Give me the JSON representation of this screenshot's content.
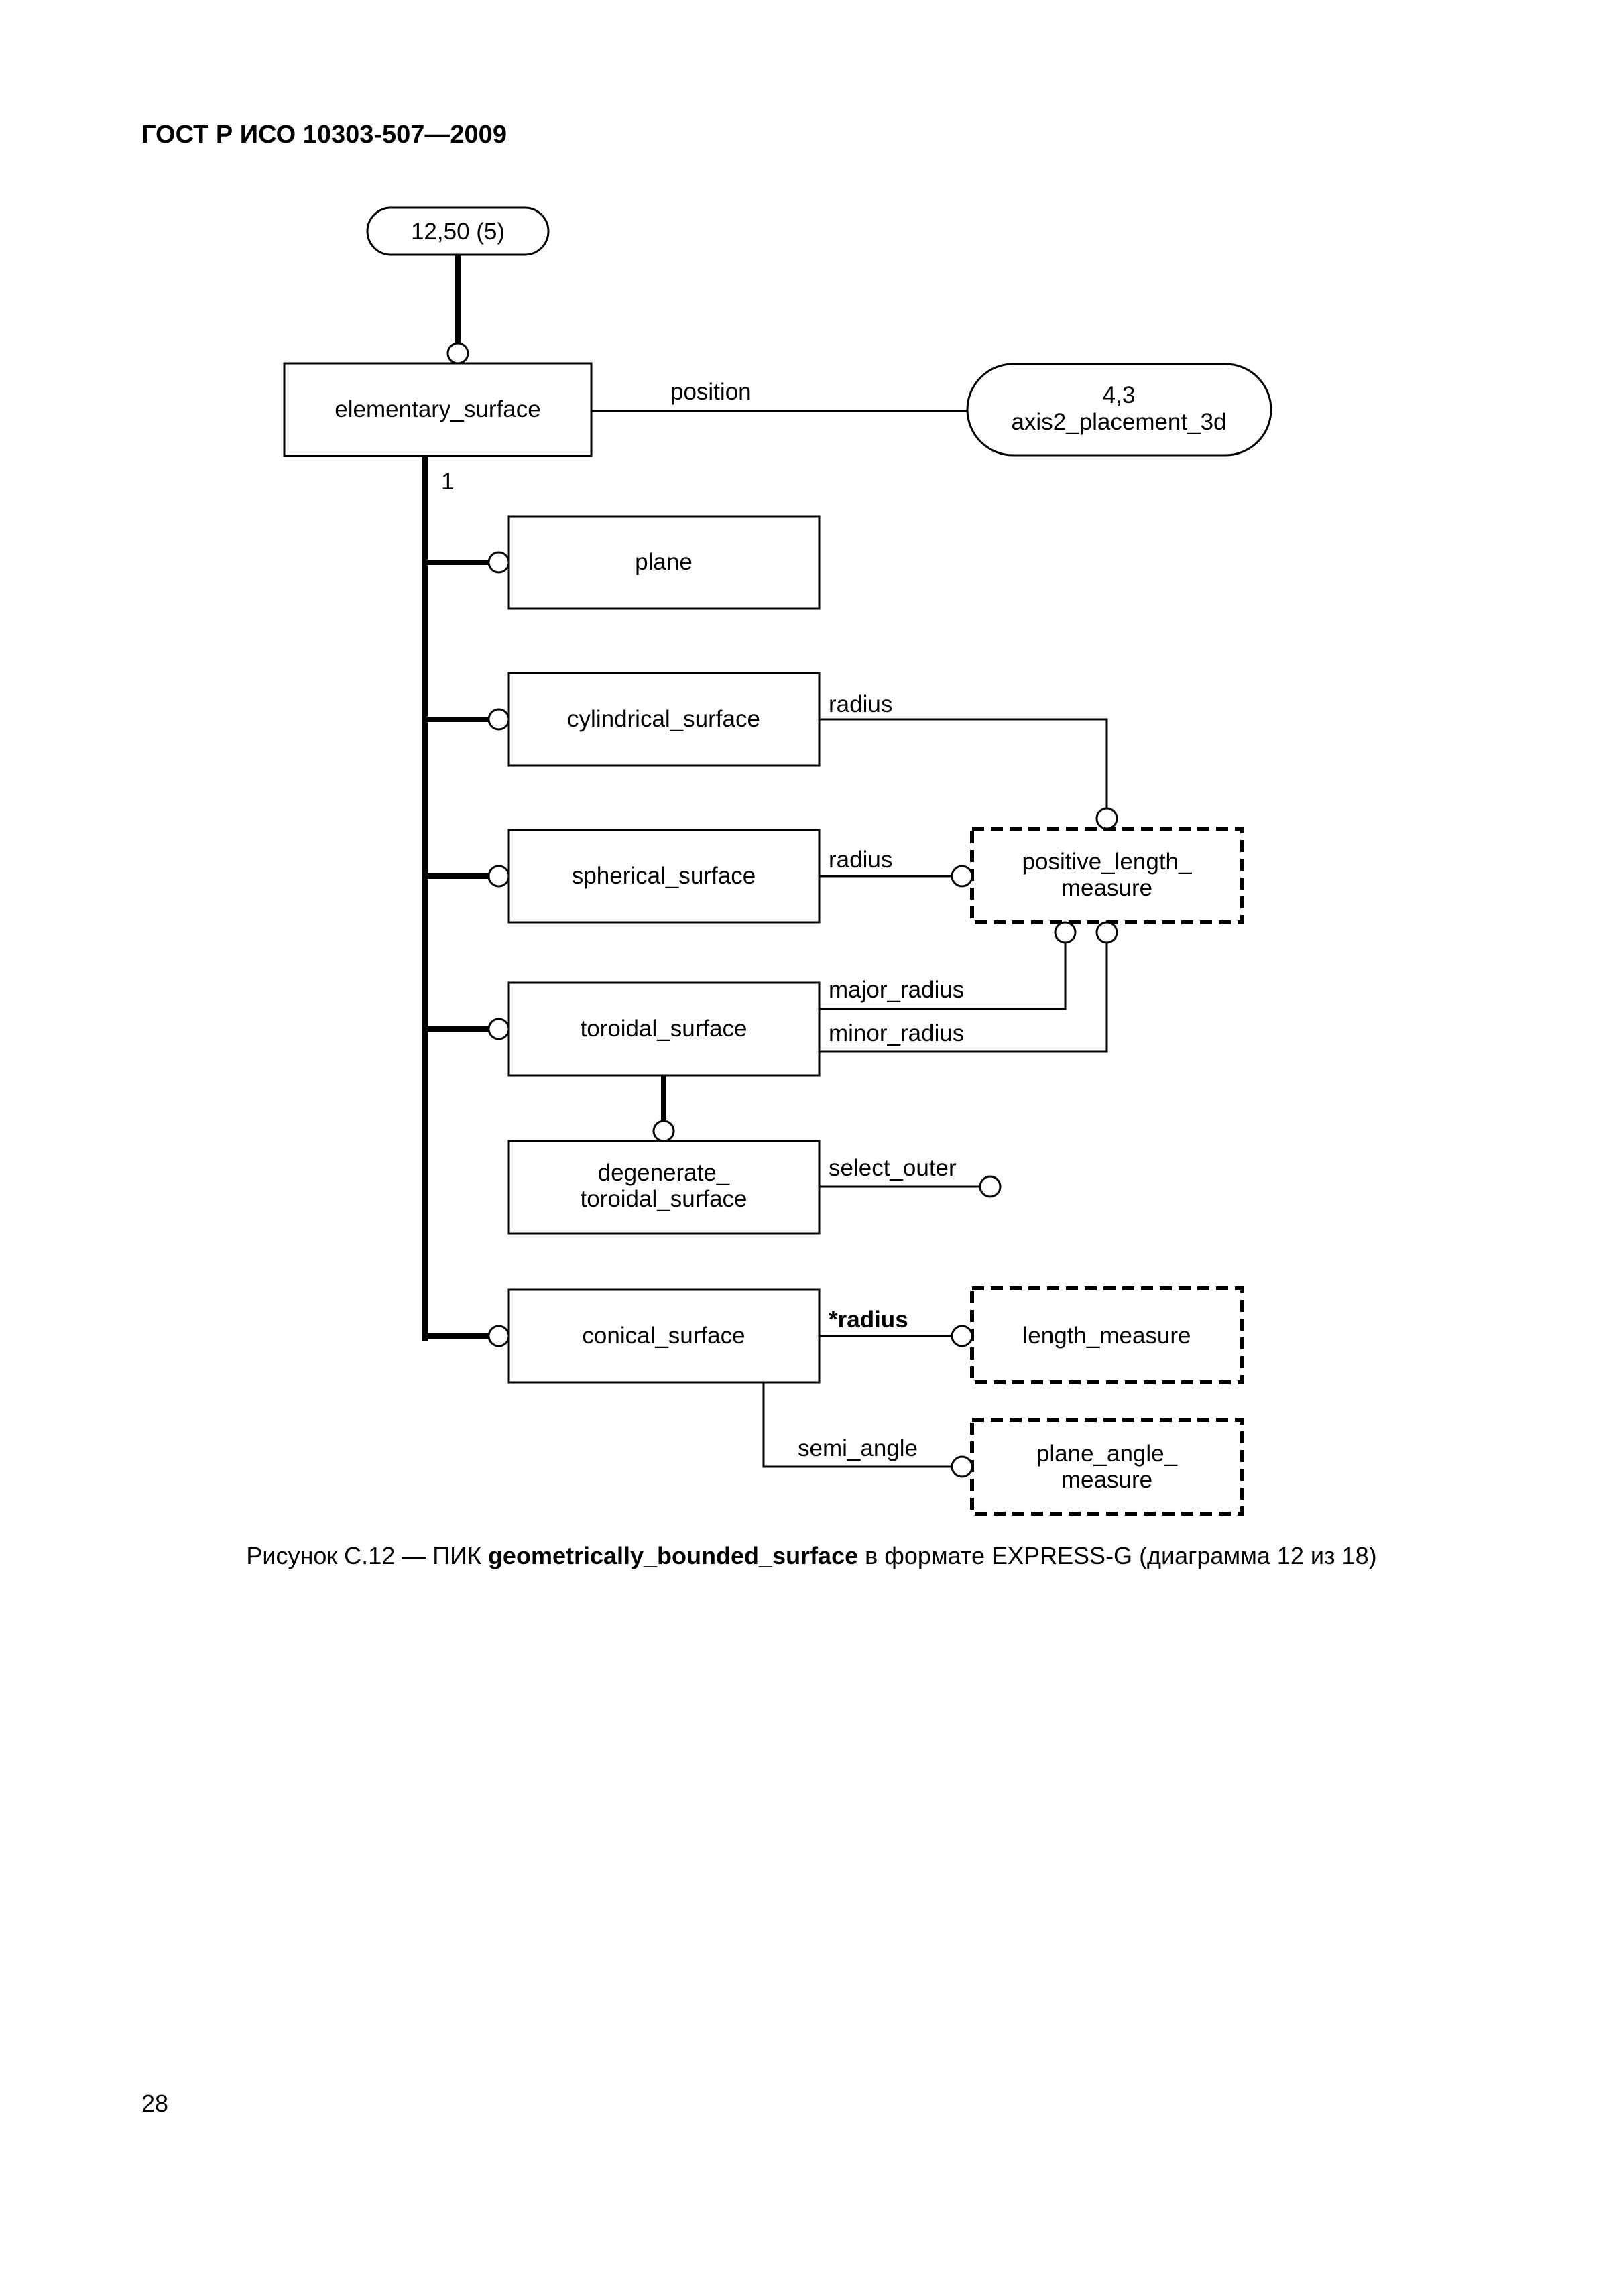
{
  "header": {
    "standard": "ГОСТ Р ИСО 10303-507—2009"
  },
  "diagram": {
    "page_ref": "12,50 (5)",
    "entities": {
      "elementary_surface": "elementary_surface",
      "plane": "plane",
      "cylindrical_surface": "cylindrical_surface",
      "spherical_surface": "spherical_surface",
      "toroidal_surface": "toroidal_surface",
      "degenerate_toroidal_surface": [
        "degenerate_",
        "toroidal_surface"
      ],
      "conical_surface": "conical_surface"
    },
    "types": {
      "positive_length_measure": [
        "positive_length_",
        "measure"
      ],
      "length_measure": "length_measure",
      "plane_angle_measure": [
        "plane_angle_",
        "measure"
      ]
    },
    "external_ref": {
      "ref": "4,3",
      "name": "axis2_placement_3d"
    },
    "attributes": {
      "position": "position",
      "cyl_radius": "radius",
      "sph_radius": "radius",
      "major_radius": "major_radius",
      "minor_radius": "minor_radius",
      "select_outer": "select_outer",
      "conical_radius": "*radius",
      "semi_angle": "semi_angle"
    },
    "supertype_constraint": "1"
  },
  "caption": {
    "prefix": "Рисунок С.12 — ПИК ",
    "bold": "geometrically_bounded_surface",
    "suffix": " в формате EXPRESS-G (диаграмма  12 из 18)"
  },
  "page_number": "28"
}
